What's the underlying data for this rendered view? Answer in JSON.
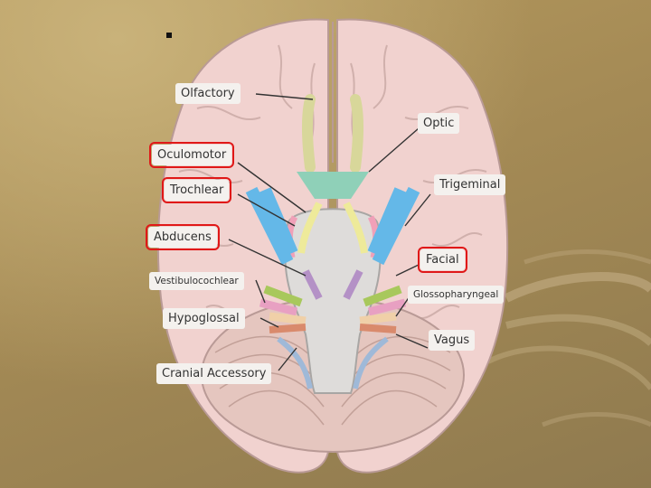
{
  "slide": {
    "bullet": "▪"
  },
  "labels": {
    "olfactory": "Olfactory",
    "optic": "Optic",
    "oculomotor": "Oculomotor",
    "trochlear": "Trochlear",
    "trigeminal": "Trigeminal",
    "abducens": "Abducens",
    "facial": "Facial",
    "vestibulocochlear": "Vestibulocochlear",
    "glossopharyngeal": "Glossopharyngeal",
    "hypoglossal": "Hypoglossal",
    "vagus": "Vagus",
    "cranial_accessory": "Cranial Accessory"
  },
  "highlighted": [
    "Oculomotor",
    "Trochlear",
    "Abducens",
    "Facial"
  ],
  "colors": {
    "background": "#a48a55",
    "brain": "#f1d2cf",
    "brainstem": "#dedcda",
    "cerebellum": "#e5c6bf",
    "olfactory": "#d8d79a",
    "optic": "#8fd0b8",
    "oculomotor": "#eeea9a",
    "trochlear": "#f0a0b8",
    "trigeminal": "#64b8e8",
    "abducens": "#b491c6",
    "facial": "#a8c85c",
    "vestibulocochlear": "#e8a0c2",
    "glossopharyngeal": "#f0d0a8",
    "vagus": "#9fb9d8",
    "hypoglossal": "#d98a6c",
    "highlight": "#e01818"
  }
}
